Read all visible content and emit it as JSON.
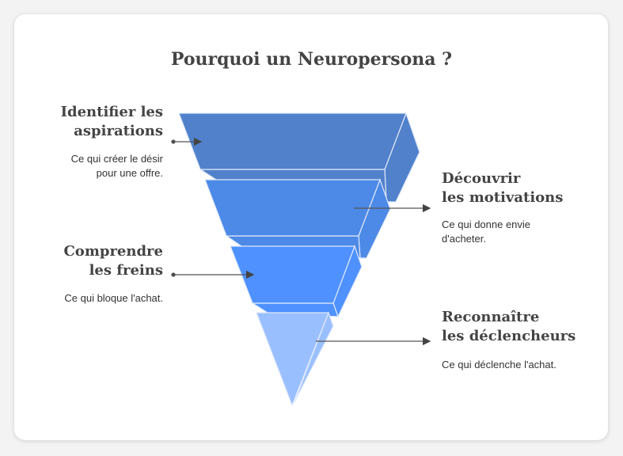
{
  "title": "Pourquoi un Neuropersona ?",
  "stages": [
    {
      "heading": "Identifier les\naspirations",
      "description": "Ce qui créer le désir\npour une offre.",
      "color": "#5181cb"
    },
    {
      "heading": "Découvrir\nles motivations",
      "description": "Ce qui donne envie\nd'acheter.",
      "color": "#4d89e6"
    },
    {
      "heading": "Comprendre\nles freins",
      "description": "Ce qui bloque l'achat.",
      "color": "#4f91ff"
    },
    {
      "heading": "Reconnaître\nles déclencheurs",
      "description": "Ce qui déclenche l'achat.",
      "color": "#99bfff"
    }
  ]
}
